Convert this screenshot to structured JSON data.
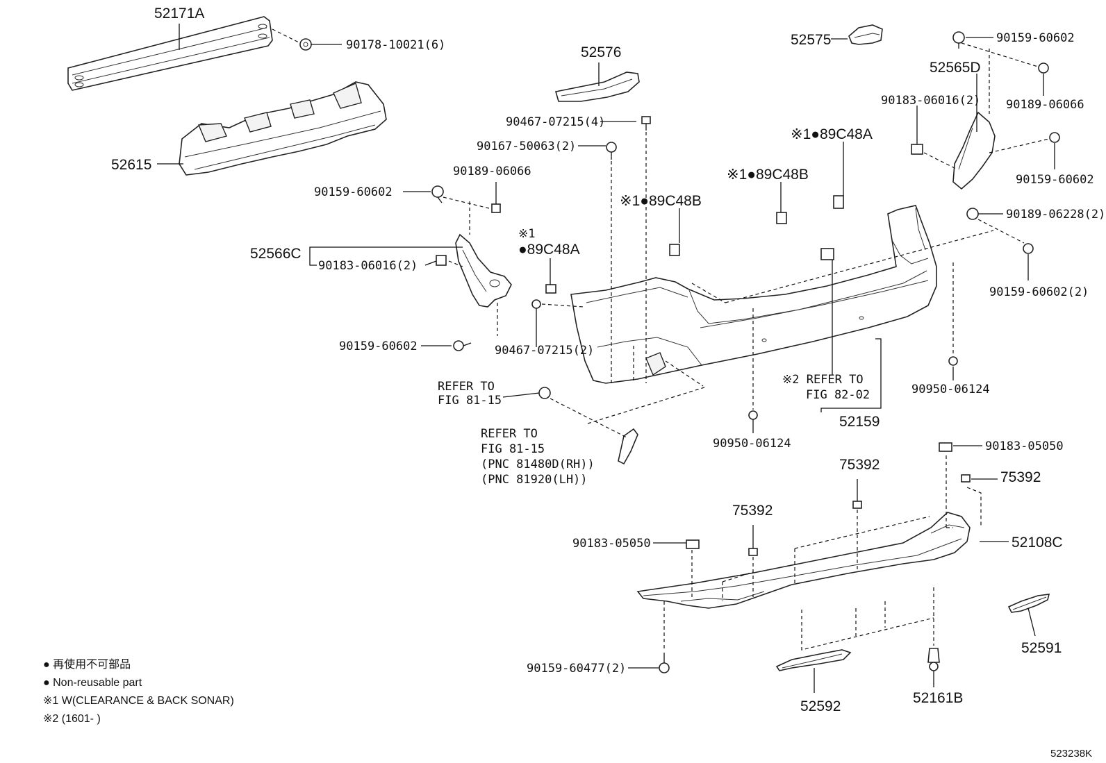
{
  "diagram_id": "523238K",
  "labels": {
    "p52171A": "52171A",
    "p90178_10021": "90178-10021(6)",
    "p52615": "52615",
    "p52576": "52576",
    "p90467_07215_4": "90467-07215(4)",
    "p90167_50063": "90167-50063(2)",
    "p90189_06066_l": "90189-06066",
    "p90159_60602_l": "90159-60602",
    "p52566C": "52566C",
    "p90183_06016_l": "90183-06016(2)",
    "p90159_60602_l2": "90159-60602",
    "mark1_a_prefix": "※1",
    "p89C48A_l": "●89C48A",
    "mark1_b": "※1●89C48B",
    "p90467_07215_2": "90467-07215(2)",
    "refer1_l1": "REFER TO",
    "refer1_l2": "FIG 81-15",
    "refer2_l1": "REFER TO",
    "refer2_l2": "FIG 81-15",
    "refer2_l3": "(PNC 81480D(RH))",
    "refer2_l4": "(PNC 81920(LH))",
    "p52575": "52575",
    "mark1_c": "※1●89C48B",
    "mark1_d": "※1●89C48A",
    "p90159_60602_r1": "90159-60602",
    "p52565D": "52565D",
    "p90183_06016_r": "90183-06016(2)",
    "p90189_06066_r": "90189-06066",
    "p90159_60602_r2": "90159-60602",
    "p90189_06228": "90189-06228(2)",
    "p90159_60602_r3": "90159-60602(2)",
    "refer3_l1": "※2 REFER TO",
    "refer3_l2": "FIG 82-02",
    "p52159": "52159",
    "p90950_06124_r": "90950-06124",
    "p90950_06124_c": "90950-06124",
    "p90183_05050_r": "90183-05050",
    "p75392_a": "75392",
    "p75392_b": "75392",
    "p75392_c": "75392",
    "p90183_05050_l": "90183-05050",
    "p52108C": "52108C",
    "p90159_60477": "90159-60477(2)",
    "p52592": "52592",
    "p52161B": "52161B",
    "p52591": "52591"
  },
  "legend": {
    "line1": "● 再使用不可部品",
    "line2": "● Non-reusable part",
    "line3": "※1 W(CLEARANCE & BACK SONAR)",
    "line4": "※2 (1601-        )"
  }
}
